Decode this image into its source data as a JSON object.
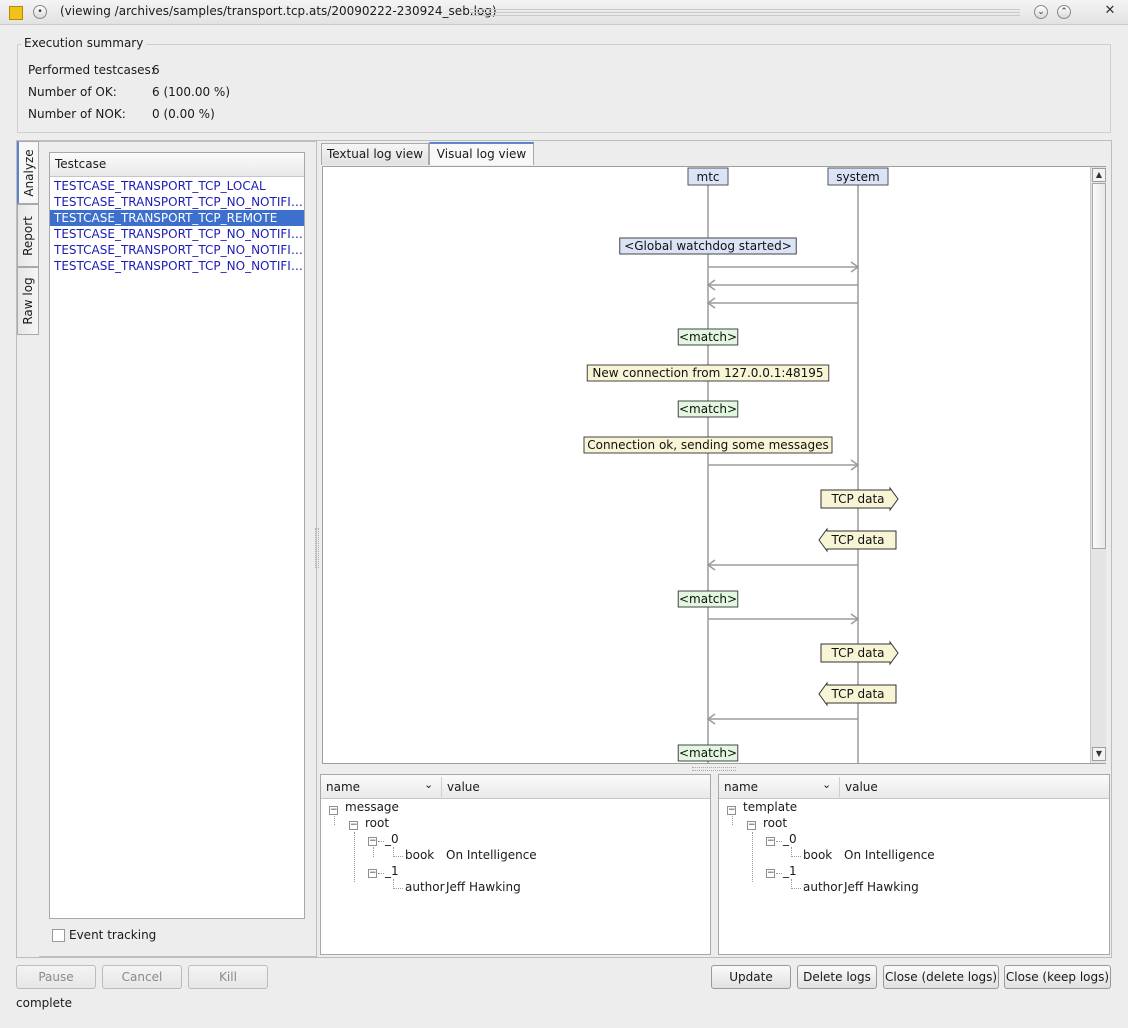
{
  "window": {
    "title": "(viewing /archives/samples/transport.tcp.ats/20090222-230924_seb.log)"
  },
  "summary": {
    "legend": "Execution summary",
    "performed_label": "Performed testcases:",
    "performed_value": "6",
    "ok_label": "Number of OK:",
    "ok_value": "6  (100.00 %)",
    "nok_label": "Number of NOK:",
    "nok_value": "0  (0.00 %)"
  },
  "side_tabs": [
    "Analyze",
    "Report",
    "Raw log"
  ],
  "testcases": {
    "header": "Testcase",
    "items": [
      "TESTCASE_TRANSPORT_TCP_LOCAL",
      "TESTCASE_TRANSPORT_TCP_NO_NOTIFICATION",
      "TESTCASE_TRANSPORT_TCP_REMOTE",
      "TESTCASE_TRANSPORT_TCP_NO_NOTIFICATION",
      "TESTCASE_TRANSPORT_TCP_NO_NOTIFICATION",
      "TESTCASE_TRANSPORT_TCP_NO_NOTIFICATION"
    ],
    "selected_index": 2
  },
  "event_tracking": {
    "label": "Event tracking",
    "checked": false
  },
  "view_tabs": {
    "textual": "Textual log view",
    "visual": "Visual log view",
    "active": "visual"
  },
  "sequence": {
    "lifelines": [
      "mtc",
      "system"
    ],
    "events": [
      {
        "kind": "note",
        "style": "blue",
        "text": "<Global watchdog started>"
      },
      {
        "kind": "arrow",
        "dir": "right"
      },
      {
        "kind": "arrow",
        "dir": "left"
      },
      {
        "kind": "arrow",
        "dir": "left"
      },
      {
        "kind": "note",
        "style": "green",
        "text": "<match>"
      },
      {
        "kind": "note",
        "style": "yellow",
        "text": "New connection from 127.0.0.1:48195"
      },
      {
        "kind": "note",
        "style": "green",
        "text": "<match>"
      },
      {
        "kind": "note",
        "style": "yellow",
        "text": "Connection ok, sending some messages"
      },
      {
        "kind": "arrow",
        "dir": "right"
      },
      {
        "kind": "tcp",
        "dir": "out",
        "text": "TCP data"
      },
      {
        "kind": "tcp",
        "dir": "in",
        "text": "TCP data"
      },
      {
        "kind": "arrow",
        "dir": "left"
      },
      {
        "kind": "note",
        "style": "green",
        "text": "<match>"
      },
      {
        "kind": "arrow",
        "dir": "right"
      },
      {
        "kind": "tcp",
        "dir": "out",
        "text": "TCP data"
      },
      {
        "kind": "tcp",
        "dir": "in",
        "text": "TCP data"
      },
      {
        "kind": "arrow",
        "dir": "left"
      },
      {
        "kind": "note",
        "style": "green",
        "text": "<match>"
      }
    ]
  },
  "message_tree": {
    "col_name": "name",
    "col_value": "value",
    "root": "message",
    "root_child": "root",
    "node0": "_0",
    "node0_key": "book",
    "node0_value": "On Intelligence",
    "node1": "_1",
    "node1_key": "author",
    "node1_value": "Jeff Hawking"
  },
  "template_tree": {
    "col_name": "name",
    "col_value": "value",
    "root": "template",
    "root_child": "root",
    "node0": "_0",
    "node0_key": "book",
    "node0_value": "On Intelligence",
    "node1": "_1",
    "node1_key": "author",
    "node1_value": "Jeff Hawking"
  },
  "buttons": {
    "pause": "Pause",
    "cancel": "Cancel",
    "kill": "Kill",
    "update": "Update",
    "delete_logs": "Delete logs",
    "close_delete": "Close (delete logs)",
    "close_keep": "Close (keep logs)"
  },
  "status": "complete",
  "colors": {
    "selection": "#3d6fcd",
    "link_text": "#1c1cb8",
    "note_blue": "#dbe3f7",
    "note_green": "#e2f7df",
    "note_yellow": "#f7f5d5",
    "tab_accent": "#5c86c5"
  }
}
